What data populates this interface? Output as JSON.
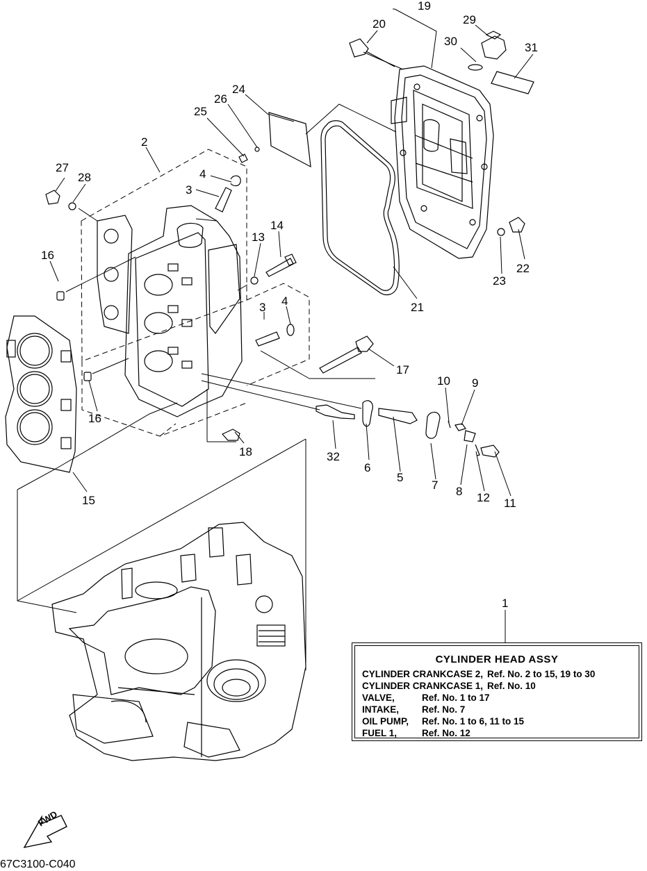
{
  "callouts": [
    {
      "id": "c1",
      "text": "1"
    },
    {
      "id": "c2",
      "text": "2"
    },
    {
      "id": "c3a",
      "text": "3"
    },
    {
      "id": "c3b",
      "text": "3"
    },
    {
      "id": "c4a",
      "text": "4"
    },
    {
      "id": "c4b",
      "text": "4"
    },
    {
      "id": "c5",
      "text": "5"
    },
    {
      "id": "c6",
      "text": "6"
    },
    {
      "id": "c7",
      "text": "7"
    },
    {
      "id": "c8",
      "text": "8"
    },
    {
      "id": "c9",
      "text": "9"
    },
    {
      "id": "c10",
      "text": "10"
    },
    {
      "id": "c11",
      "text": "11"
    },
    {
      "id": "c12",
      "text": "12"
    },
    {
      "id": "c13",
      "text": "13"
    },
    {
      "id": "c14",
      "text": "14"
    },
    {
      "id": "c15",
      "text": "15"
    },
    {
      "id": "c16a",
      "text": "16"
    },
    {
      "id": "c16b",
      "text": "16"
    },
    {
      "id": "c17",
      "text": "17"
    },
    {
      "id": "c18",
      "text": "18"
    },
    {
      "id": "c19",
      "text": "19"
    },
    {
      "id": "c20",
      "text": "20"
    },
    {
      "id": "c21",
      "text": "21"
    },
    {
      "id": "c22",
      "text": "22"
    },
    {
      "id": "c23",
      "text": "23"
    },
    {
      "id": "c24",
      "text": "24"
    },
    {
      "id": "c25",
      "text": "25"
    },
    {
      "id": "c26",
      "text": "26"
    },
    {
      "id": "c27",
      "text": "27"
    },
    {
      "id": "c28",
      "text": "28"
    },
    {
      "id": "c29",
      "text": "29"
    },
    {
      "id": "c30",
      "text": "30"
    },
    {
      "id": "c31",
      "text": "31"
    },
    {
      "id": "c32",
      "text": "32"
    }
  ],
  "legend": {
    "title": "CYLINDER  HEAD ASSY",
    "rows": [
      {
        "name": "CYLINDER CRANKCASE 2,",
        "ref": "Ref. No. 2 to 15, 19 to 30",
        "wide": true
      },
      {
        "name": "CYLINDER CRANKCASE 1,",
        "ref": "Ref. No. 10",
        "wide": true
      },
      {
        "name": "VALVE,",
        "ref": "Ref. No. 1 to 17",
        "wide": false
      },
      {
        "name": "INTAKE,",
        "ref": "Ref. No. 7",
        "wide": false
      },
      {
        "name": "OIL PUMP,",
        "ref": "Ref. No. 1 to 6, 11 to 15",
        "wide": false
      },
      {
        "name": "FUEL 1,",
        "ref": "Ref. No. 12",
        "wide": false
      }
    ]
  },
  "fwd_label": "FWD",
  "drawing_code": "67C3100-C040",
  "colors": {
    "ink": "#000000",
    "paper": "#ffffff"
  }
}
